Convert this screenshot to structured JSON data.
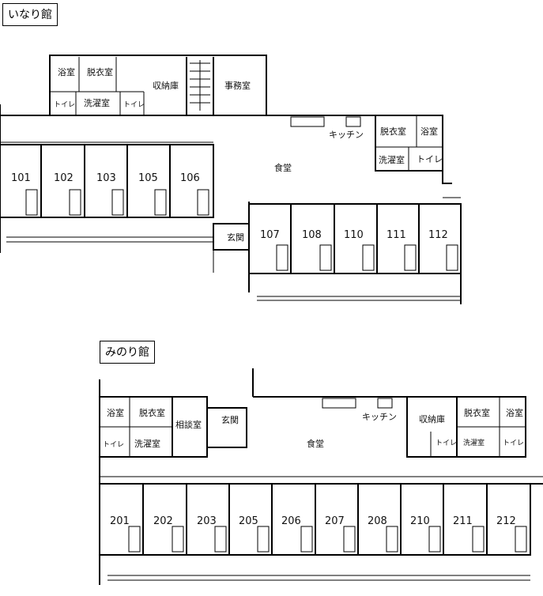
{
  "buildings": [
    {
      "title": "いなり館",
      "rooms": {
        "bath": "浴室",
        "dressing": "脱衣室",
        "toilet": "トイレ",
        "laundry": "洗濯室",
        "toilet2": "トイレ",
        "storage": "収納庫",
        "office": "事務室",
        "kitchen": "キッチン",
        "dining": "食堂",
        "dressing2": "脱衣室",
        "bath2": "浴室",
        "laundry2": "洗濯室",
        "toilet3": "トイレ",
        "entrance": "玄関"
      },
      "units_top": [
        "101",
        "102",
        "103",
        "105",
        "106"
      ],
      "units_bottom": [
        "107",
        "108",
        "110",
        "111",
        "112"
      ]
    },
    {
      "title": "みのり館",
      "rooms": {
        "bath": "浴室",
        "dressing": "脱衣室",
        "consult": "相談室",
        "entrance": "玄関",
        "toilet": "トイレ",
        "laundry": "洗濯室",
        "dining": "食堂",
        "kitchen": "キッチン",
        "storage": "収納庫",
        "dressing2": "脱衣室",
        "bath2": "浴室",
        "toilet2": "トイレ",
        "laundry2": "洗濯室",
        "toilet3": "トイレ"
      },
      "units": [
        "201",
        "202",
        "203",
        "205",
        "206",
        "207",
        "208",
        "210",
        "211",
        "212"
      ]
    }
  ]
}
